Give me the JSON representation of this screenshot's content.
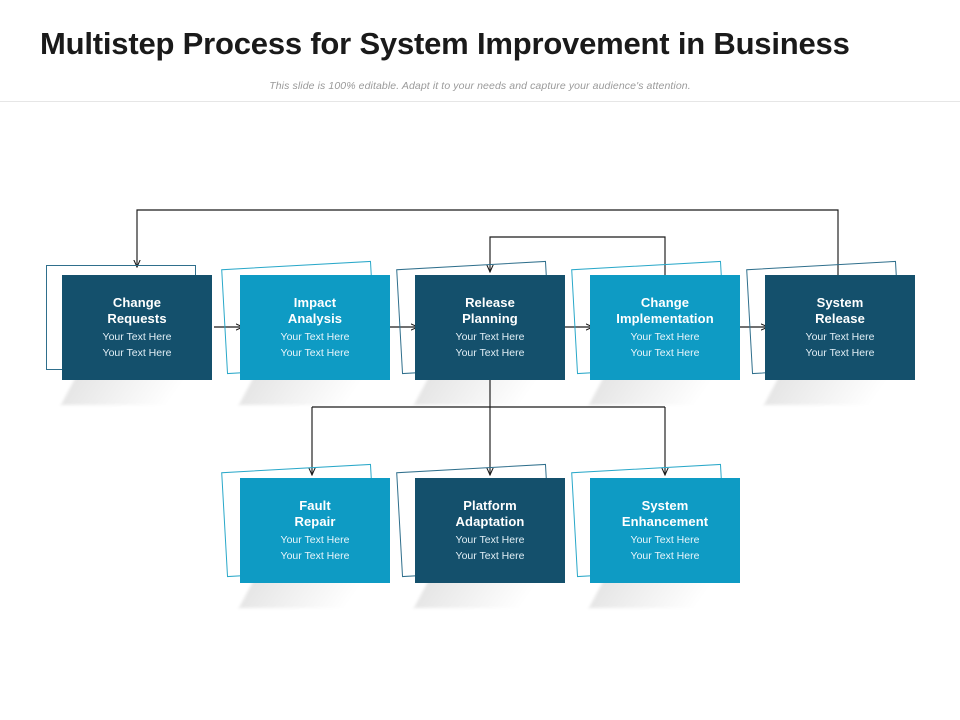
{
  "header": {
    "title": "Multistep Process for System Improvement in Business",
    "subtitle": "This slide is 100% editable. Adapt it to your needs and capture your audience's attention."
  },
  "theme": {
    "dark_blue": "#14506C",
    "light_blue": "#0E9BC4",
    "outline_blue": "#2aa8c9",
    "connector": "#1a1a1a",
    "title_color": "#1a1a1a",
    "subtitle_color": "#9a9a9a",
    "rule_color": "#e6e6e6"
  },
  "diagram": {
    "type": "process-flow",
    "top_row": [
      {
        "id": "change-requests",
        "heading_line1": "Change",
        "heading_line2": "Requests",
        "sub_line1": "Your Text Here",
        "sub_line2": "Your Text Here",
        "style": "dark"
      },
      {
        "id": "impact-analysis",
        "heading_line1": "Impact",
        "heading_line2": "Analysis",
        "sub_line1": "Your Text Here",
        "sub_line2": "Your Text Here",
        "style": "light"
      },
      {
        "id": "release-planning",
        "heading_line1": "Release",
        "heading_line2": "Planning",
        "sub_line1": "Your Text Here",
        "sub_line2": "Your Text Here",
        "style": "dark"
      },
      {
        "id": "change-implementation",
        "heading_line1": "Change",
        "heading_line2": "Implementation",
        "sub_line1": "Your Text Here",
        "sub_line2": "Your Text Here",
        "style": "light"
      },
      {
        "id": "system-release",
        "heading_line1": "System",
        "heading_line2": "Release",
        "sub_line1": "Your Text Here",
        "sub_line2": "Your Text Here",
        "style": "dark"
      }
    ],
    "bottom_row": [
      {
        "id": "fault-repair",
        "heading_line1": "Fault",
        "heading_line2": "Repair",
        "sub_line1": "Your Text Here",
        "sub_line2": "Your Text Here",
        "style": "light"
      },
      {
        "id": "platform-adaptation",
        "heading_line1": "Platform",
        "heading_line2": "Adaptation",
        "sub_line1": "Your Text Here",
        "sub_line2": "Your Text Here",
        "style": "dark"
      },
      {
        "id": "system-enhancement",
        "heading_line1": "System",
        "heading_line2": "Enhancement",
        "sub_line1": "Your Text Here",
        "sub_line2": "Your Text Here",
        "style": "light"
      }
    ]
  }
}
